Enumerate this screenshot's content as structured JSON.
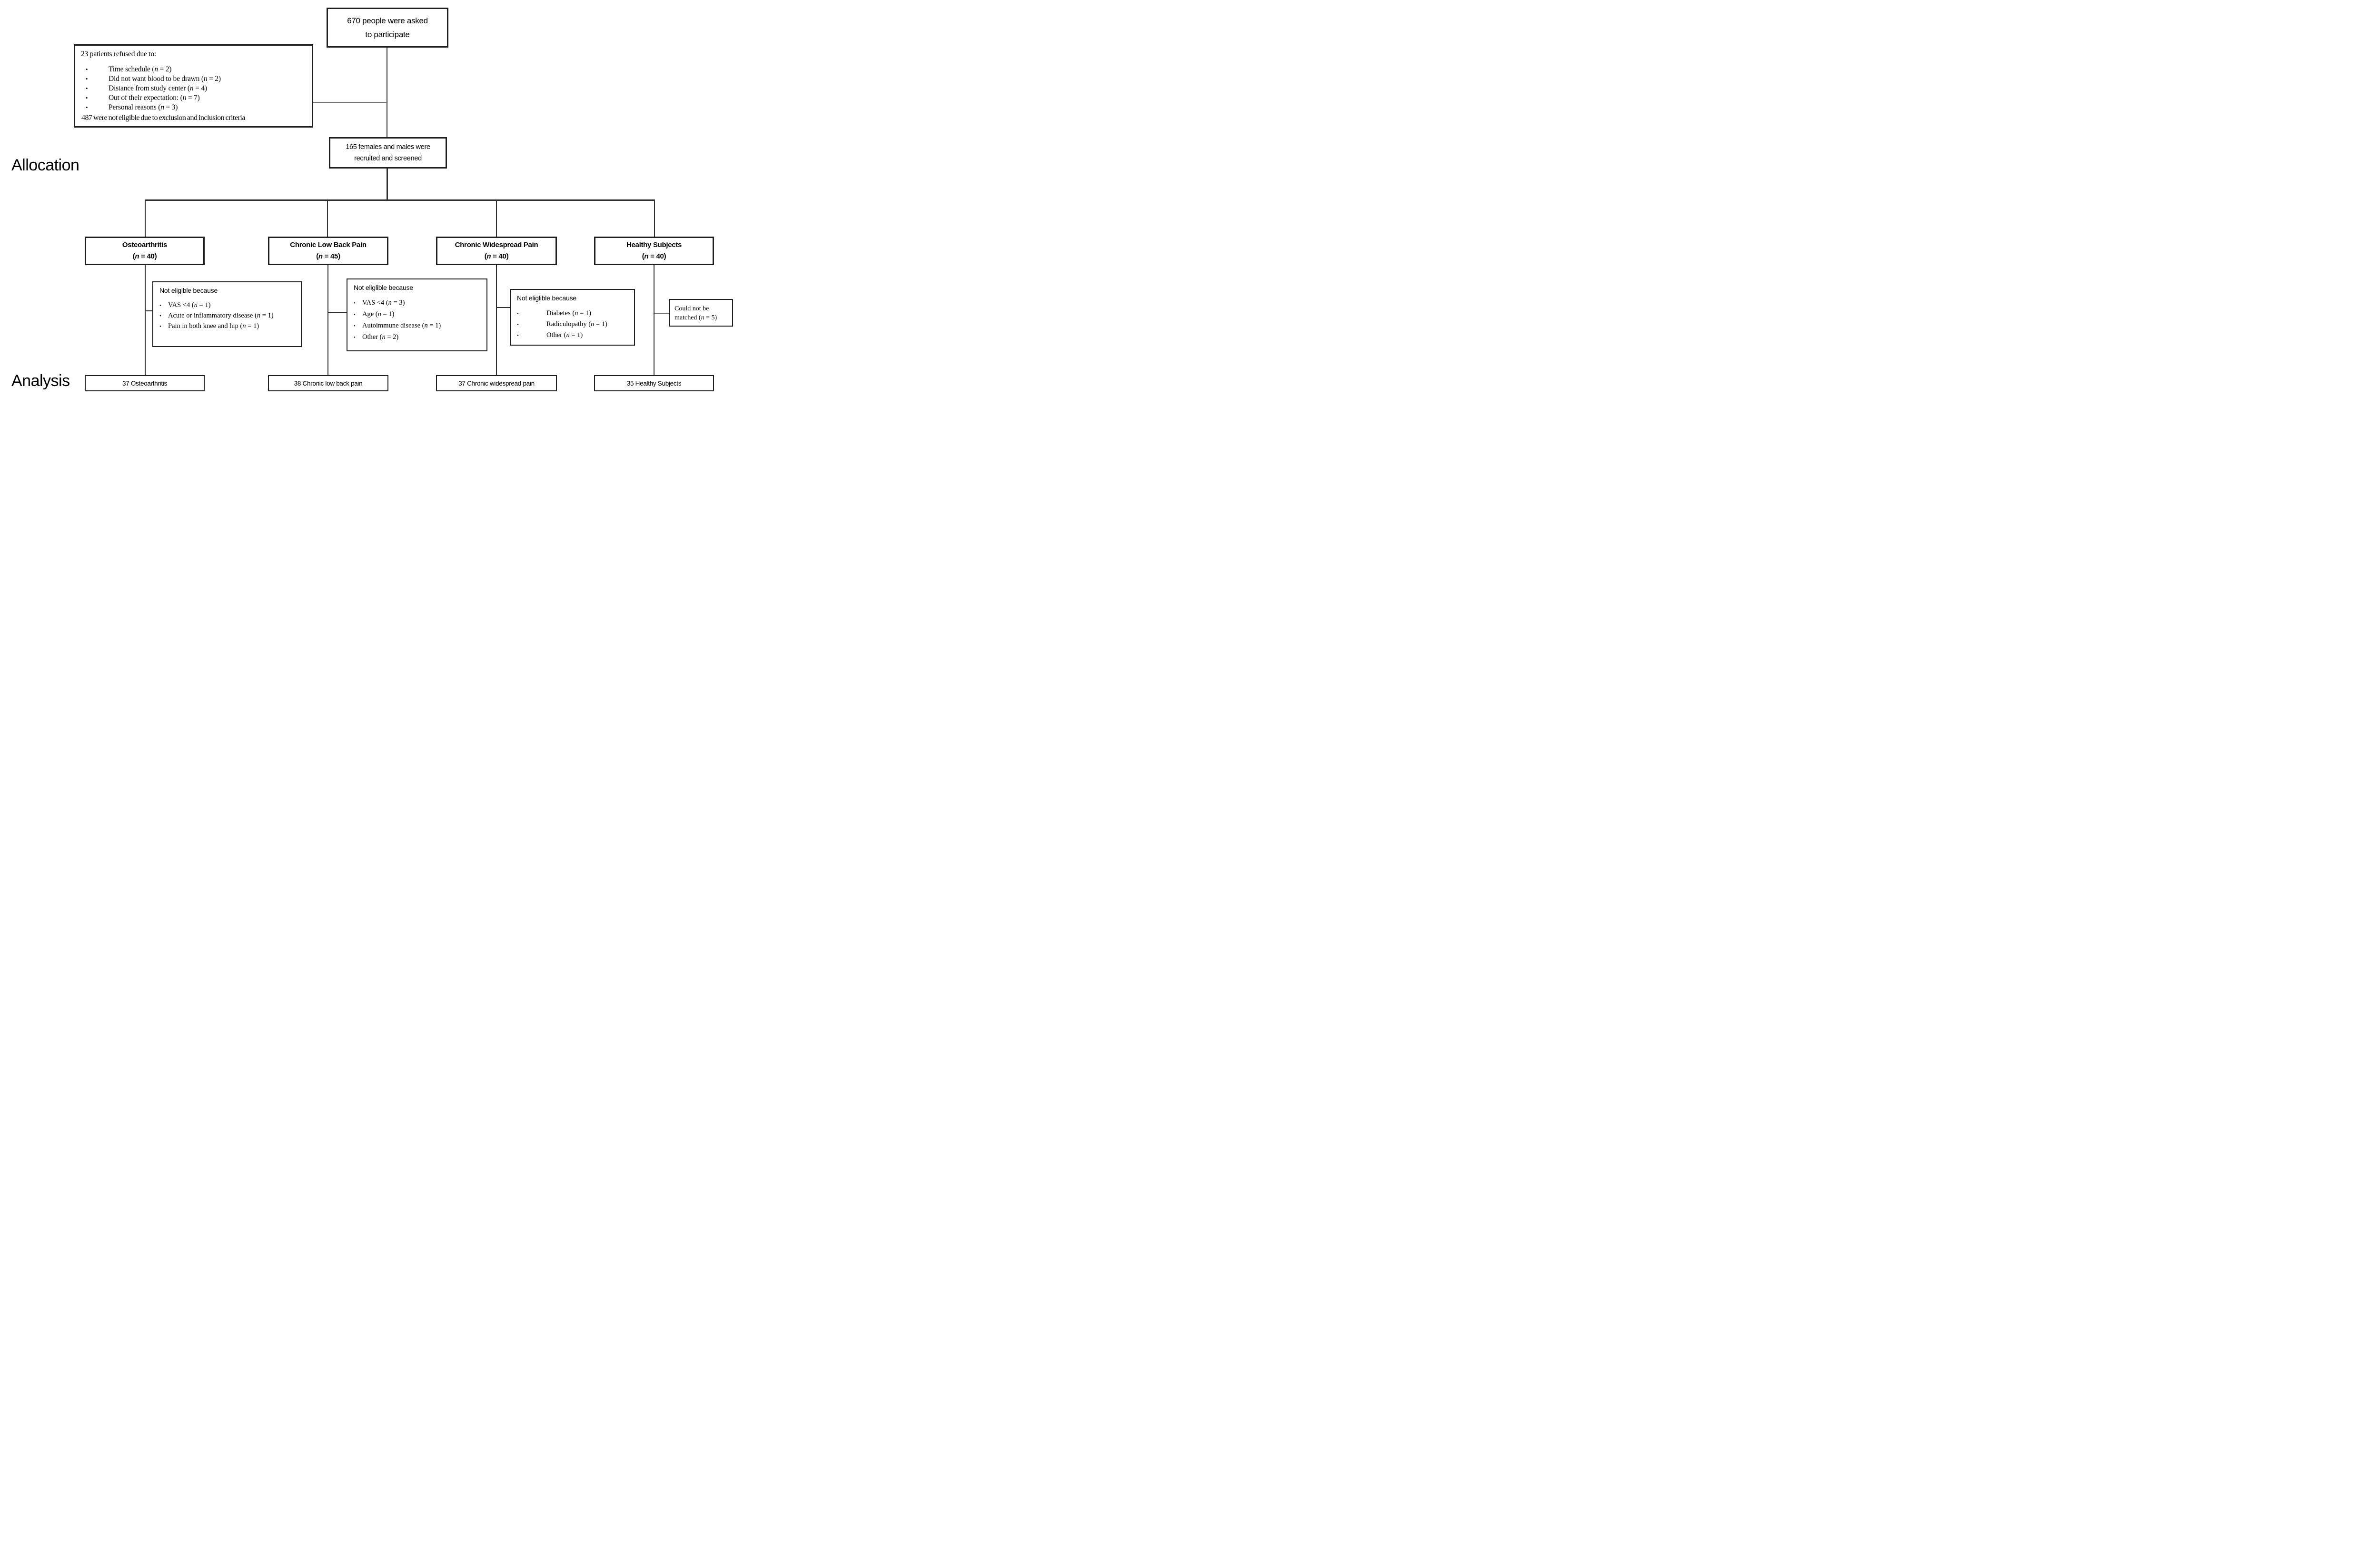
{
  "stage_labels": {
    "allocation": "Allocation",
    "analysis": "Analysis"
  },
  "glyphs": {
    "bullet": "•"
  },
  "flow": {
    "invited": {
      "lines": [
        "670 people were asked",
        "to participate"
      ]
    },
    "refused": {
      "header": "23 patients refused due to:",
      "items": [
        "Time schedule (n = 2)",
        "Did not want blood to be drawn (n = 2)",
        "Distance from study center (n = 4)",
        "Out of their expectation: (n = 7)",
        "Personal reasons (n = 3)"
      ],
      "footer": "487 were not eligible due to exclusion and inclusion criteria"
    },
    "recruited": {
      "lines": [
        "165 females and males were",
        "recruited and screened"
      ]
    },
    "groups": [
      {
        "title": "Osteoarthritis",
        "n": "(n = 40)",
        "not_eligible": {
          "header": "Not eligible because",
          "items": [
            "VAS <4 (n = 1)",
            "Acute or inflammatory disease (n = 1)",
            "Pain in both knee and hip (n = 1)"
          ]
        },
        "analysis": "37 Osteoarthritis"
      },
      {
        "title": "Chronic Low Back Pain",
        "n": "(n = 45)",
        "not_eligible": {
          "header": "Not eliglible because",
          "items": [
            "VAS <4 (n = 3)",
            "Age (n = 1)",
            "Autoimmune disease (n = 1)",
            "Other (n = 2)"
          ]
        },
        "analysis": "38 Chronic low back pain"
      },
      {
        "title": "Chronic Widespread Pain",
        "n": "(n = 40)",
        "not_eligible": {
          "header": "Not eliglible because",
          "items": [
            "Diabetes (n = 1)",
            "Radiculopathy (n = 1)",
            "Other (n = 1)"
          ]
        },
        "analysis": "37 Chronic widespread pain"
      },
      {
        "title": "Healthy Subjects",
        "n": "(n = 40)",
        "excluded": {
          "lines": [
            "Could not be",
            "matched (n = 5)"
          ]
        },
        "analysis": "35 Healthy Subjects"
      }
    ]
  },
  "colors": {
    "background": "#ffffff",
    "line": "#2e2e2e",
    "stub_gray": "#777777",
    "border": "#1f1f1f",
    "text": "#000000"
  }
}
